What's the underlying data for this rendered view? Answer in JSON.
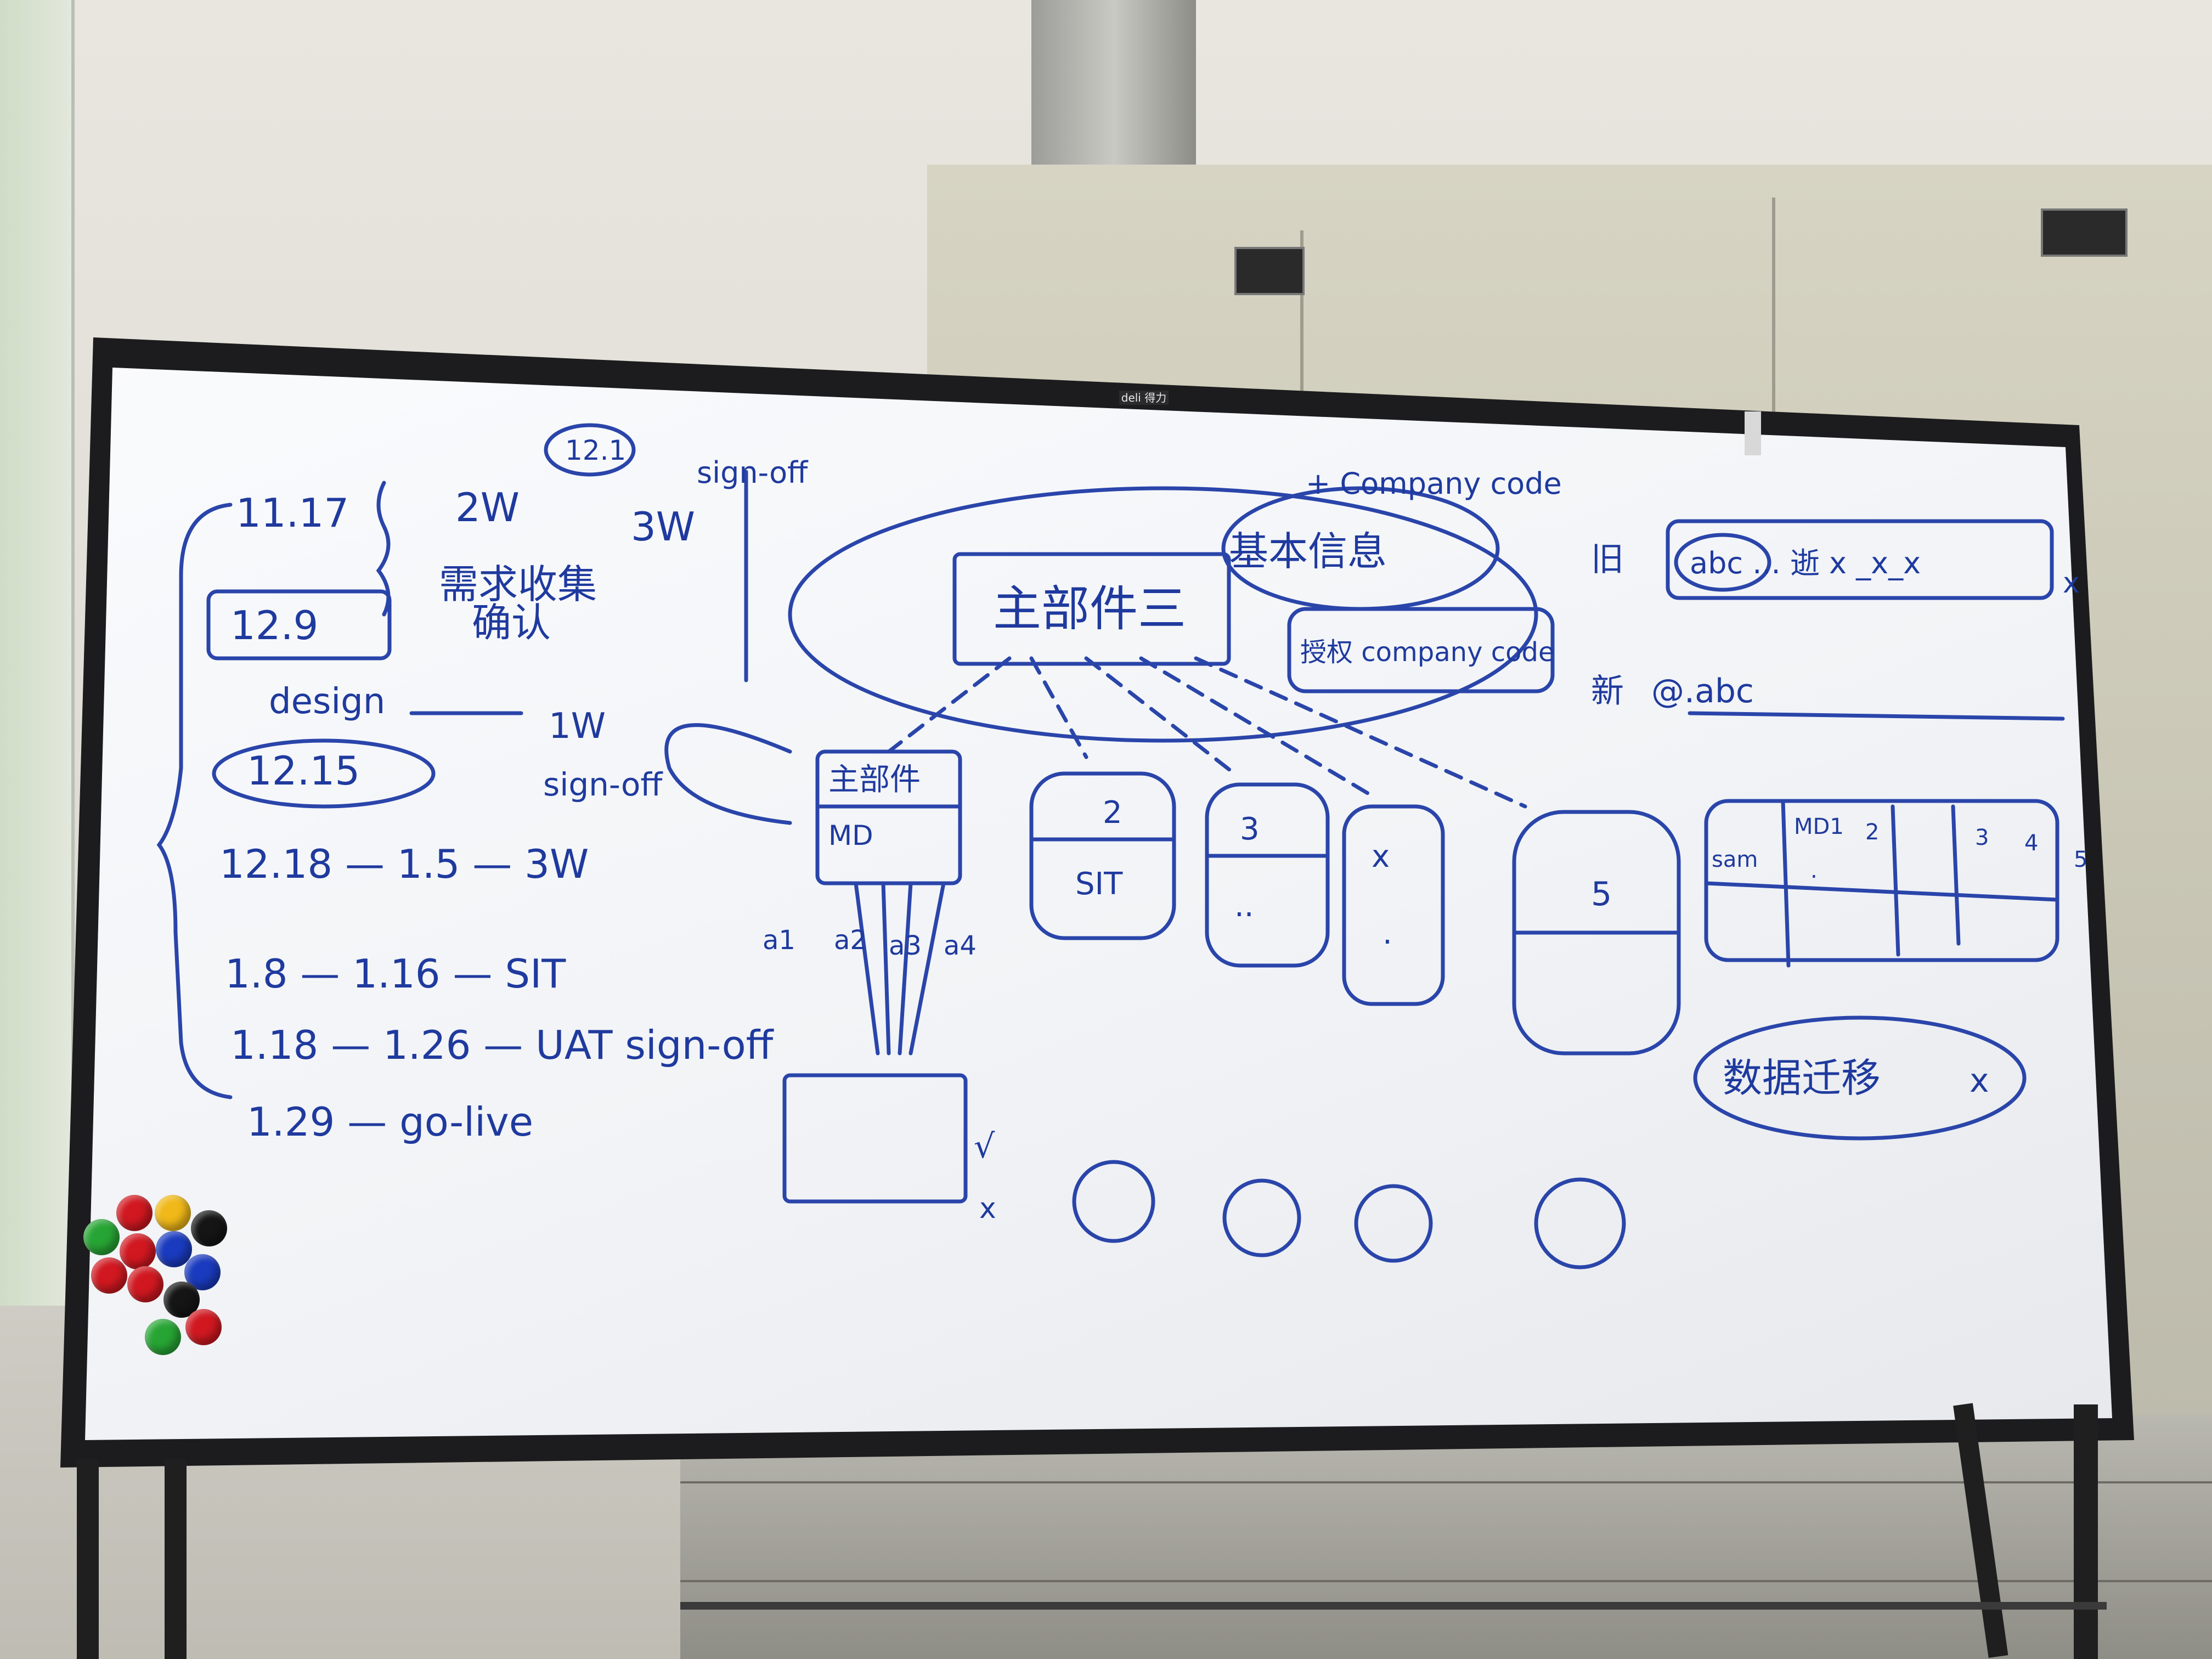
{
  "whiteboard": {
    "brand": "deli 得力",
    "timeline": {
      "start_date": "11.17",
      "note_2w": "2W",
      "note_3w": "3W",
      "date_12_9": "12.9",
      "review_circle": "12.1",
      "sign_off_top": "sign-off",
      "requirement_text": "需求收集",
      "confirm_text": "确认",
      "design_label": "design",
      "design_dur": "1W",
      "date_12_15": "12.15",
      "sign_off_mid": "sign-off",
      "row_build": "12.18 — 1.5 — 3W",
      "row_sit": "1.8 — 1.16 — SIT",
      "row_uat": "1.18 — 1.26 — UAT sign-off",
      "row_golive": "1.29 — go-live"
    },
    "diagram": {
      "company_code": "+ Company code",
      "basic_info": "基本信息",
      "main_box": "主部件三",
      "auth": "授权 company code",
      "main_card_title": "主部件",
      "main_card_sub": "MD",
      "branches": [
        "a1",
        "a2",
        "a3",
        "a4"
      ],
      "card_2_title": "2",
      "card_2_sub": "SIT",
      "card_3_title": "3",
      "card_3_sub": "..",
      "card_x_title": "x",
      "card_x_sub": ".",
      "card_5_title": "5",
      "check": "√",
      "cross": "x"
    },
    "right_side": {
      "old_label": "旧",
      "old_row": "abc ... 逝 x _x_x",
      "old_mark": "x",
      "new_label": "新",
      "new_value": "@.abc",
      "table_row_label": "sam",
      "table_headers": [
        "MD1",
        "2",
        "3",
        "4",
        "5"
      ],
      "table_cell": ".",
      "migration": "数据迁移",
      "migration_mark": "x"
    }
  },
  "colors": {
    "ink": "#1f3a9e",
    "board": "#f4f5f8",
    "frame": "#1c1c1e"
  },
  "magnets": [
    "red",
    "yellow",
    "black",
    "green",
    "red",
    "blue",
    "blue",
    "red",
    "red",
    "black",
    "red",
    "green"
  ]
}
